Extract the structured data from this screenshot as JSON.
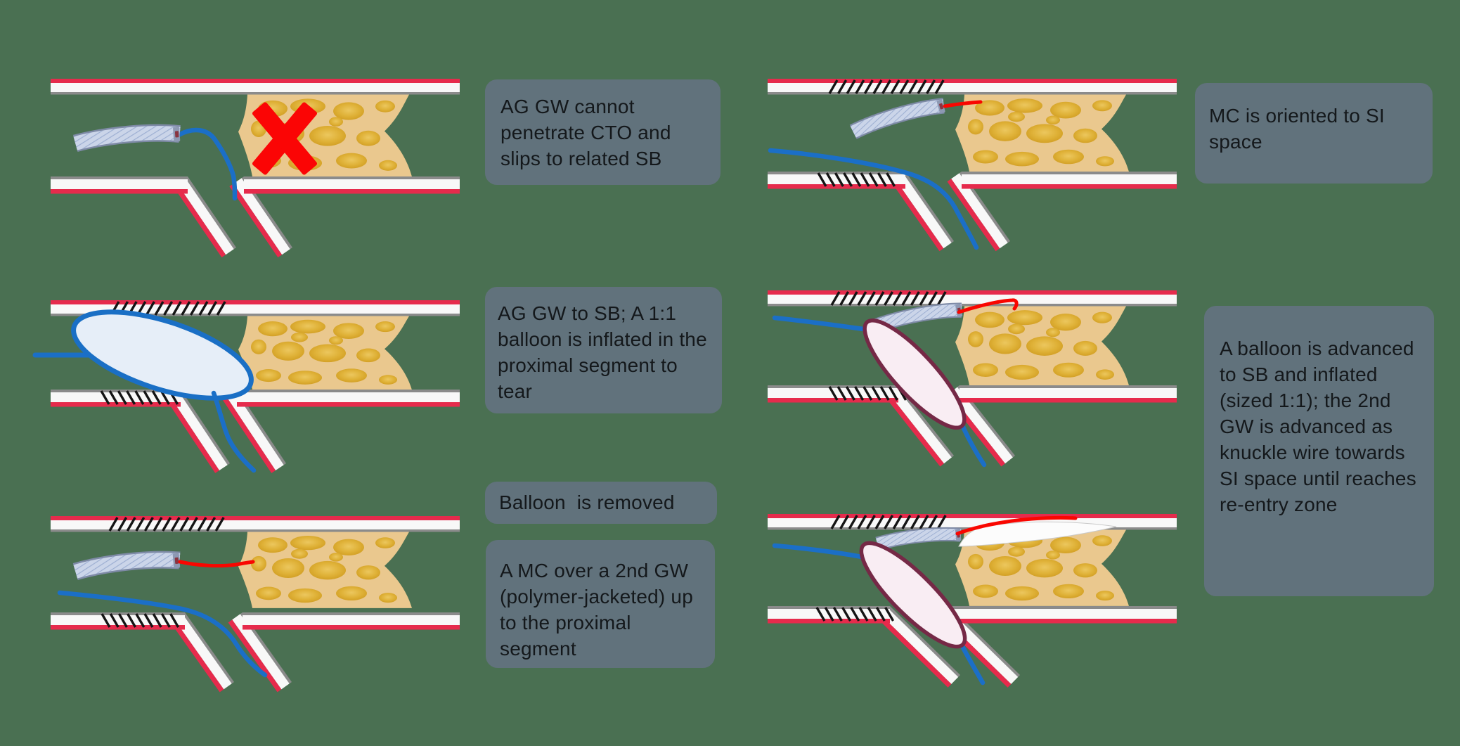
{
  "captions": [
    {
      "id": "step-1",
      "text": "AG GW cannot penetrate CTO and slips to related SB"
    },
    {
      "id": "step-2",
      "text": "MC is oriented to SI space"
    },
    {
      "id": "step-3",
      "text": "AG GW to SB; A 1:1 balloon is inflated in the proximal segment to tear"
    },
    {
      "id": "step-4",
      "text": "A balloon is advanced to SB and inflated (sized 1:1); the 2nd GW is advanced as knuckle wire towards SI space until reaches re-entry zone"
    },
    {
      "id": "step-5",
      "text": "Balloon  is removed"
    },
    {
      "id": "step-6",
      "text": "A MC over a 2nd GW (polymer-jacketed) up to the proximal segment"
    }
  ],
  "icons": {
    "failure_cross_icon": "✗"
  },
  "palette": {
    "background": "#4a7052",
    "caption_box_bg": "#61727c",
    "caption_text": "#14181b",
    "vessel_wall_red": "#e62b4c",
    "vessel_wall_gray": "#8b8b8b",
    "vessel_wall_white": "#f8f8f8",
    "plaque_tan": "#eac88e",
    "plaque_gold": "#dfb137",
    "guidewire_blue": "#1b6fc7",
    "guidewire_red": "#f90600",
    "microcatheter_body": "#cbd5e9",
    "microcatheter_edge": "#7e8aa6",
    "microcatheter_stripe": "#9dafd2",
    "microcatheter_marker": "#8a3440",
    "balloon_proximal_fill": "#e6eef8",
    "balloon_proximal_outline": "#1a6fc5",
    "balloon_sb_fill": "#f9edf3",
    "balloon_sb_outline": "#752946",
    "subintimal_space_white": "#fcfcfc",
    "cross_red": "#fb0505",
    "hatch_black": "#141414"
  }
}
